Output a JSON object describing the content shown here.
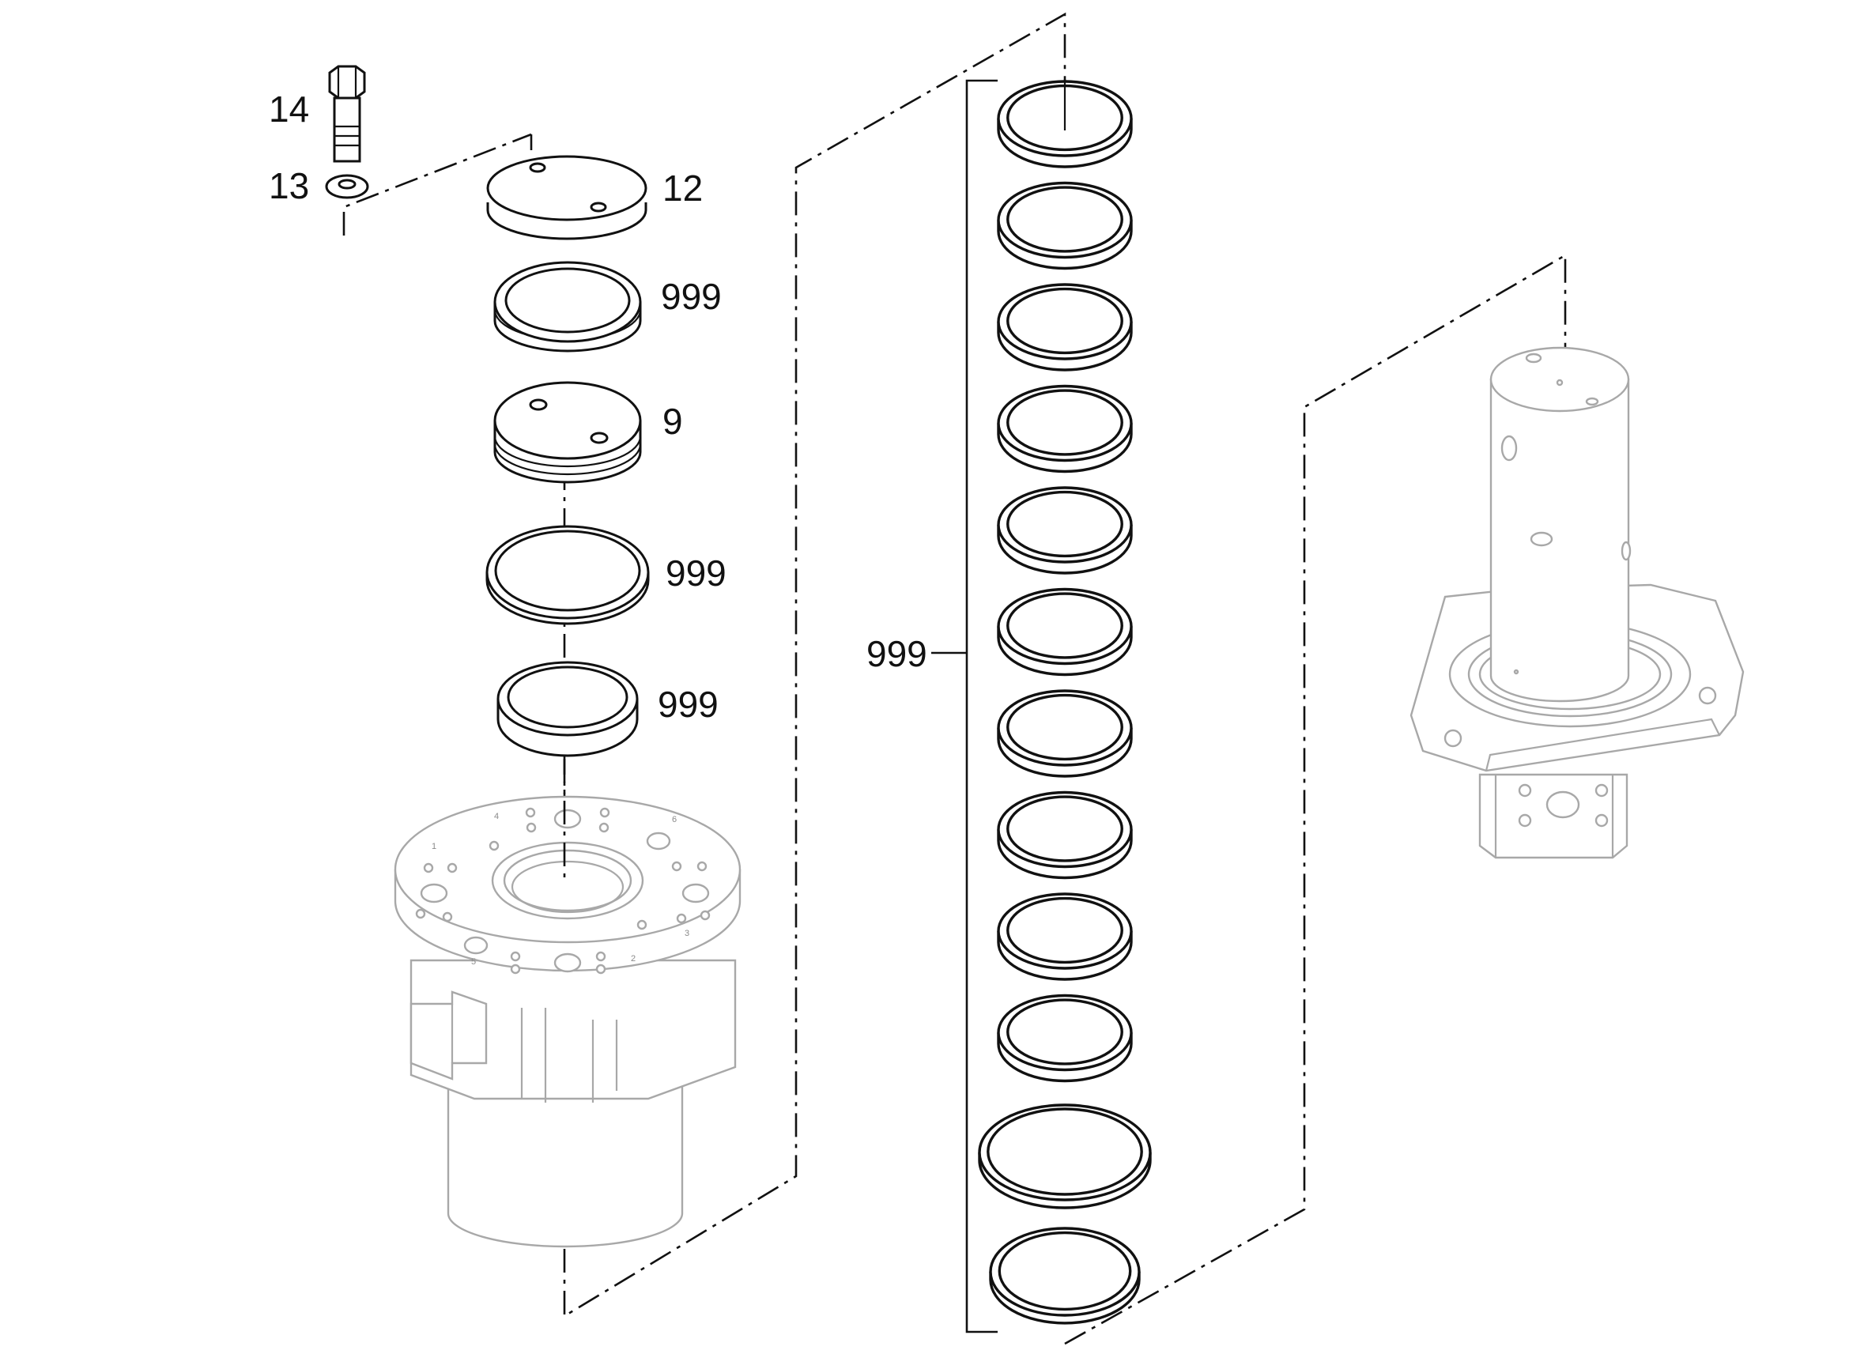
{
  "labels": {
    "bolt": "14",
    "washer": "13",
    "cover": "12",
    "seal_upper": "999",
    "piston": "9",
    "seal_middle": "999",
    "seal_lower": "999",
    "seal_kit": "999"
  },
  "housing_marks": [
    "1",
    "2",
    "3",
    "4",
    "5",
    "6"
  ],
  "colors": {
    "outline": "#111111",
    "ghost": "#a8a8a8"
  }
}
